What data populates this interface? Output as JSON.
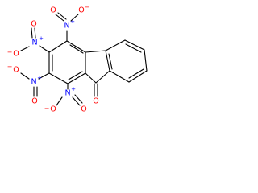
{
  "molecule": {
    "colors": {
      "bond": "#000000",
      "nitrogen": "#0000ff",
      "oxygen": "#ff0000"
    },
    "nitro_groups": [
      {
        "n": "N",
        "n_charge": "+",
        "o_double": "O",
        "o_single": "O",
        "o_charge": "−"
      },
      {
        "n": "N",
        "n_charge": "+",
        "o_double": "O",
        "o_single": "O",
        "o_charge": "−"
      },
      {
        "n": "N",
        "n_charge": "+",
        "o_double": "O",
        "o_single": "O",
        "o_charge": "−"
      },
      {
        "n": "N",
        "n_charge": "+",
        "o_double": "O",
        "o_single": "O",
        "o_charge": "−"
      }
    ],
    "ketone": {
      "o": "O"
    }
  }
}
